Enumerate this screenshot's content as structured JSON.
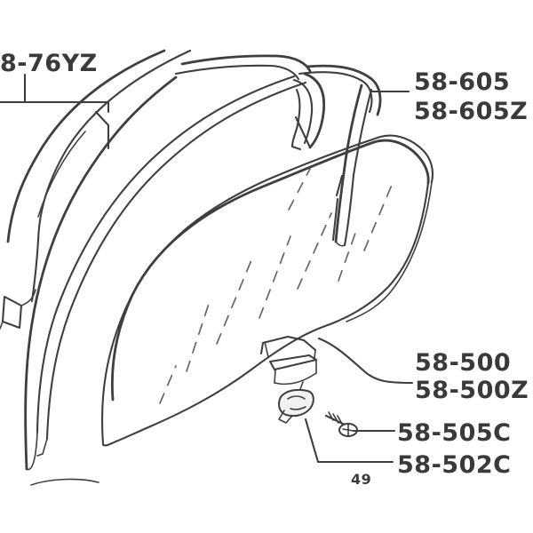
{
  "labels": {
    "top_left": "8-76YZ",
    "top_right_1": "58-605",
    "top_right_2": "58-605Z",
    "mid_right_1": "58-500",
    "mid_right_2": "58-500Z",
    "screw": "58-505C",
    "clip": "58-502C",
    "bottom_partial": "49"
  }
}
